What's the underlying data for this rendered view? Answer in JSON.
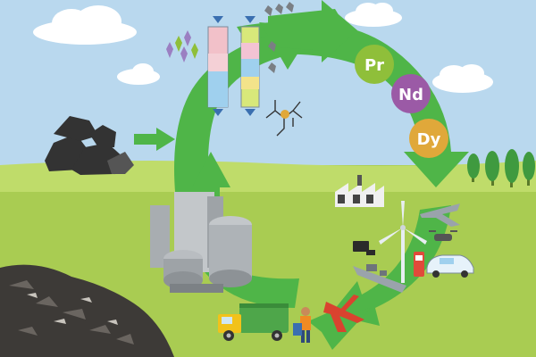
{
  "palette": {
    "sky": "#b9d8ee",
    "grass": "#a9cc52",
    "cycle_arrow": "#4fb548",
    "cycle_arrow_dark": "#3a9a3a",
    "pr_circle": "#8fbf3a",
    "nd_circle": "#9b5aa6",
    "dy_circle": "#e0a83a",
    "column_left": "#f2c1c9",
    "column_right": "#d8e87a",
    "truck_cab": "#f2c21a",
    "truck_body": "#4ea64a",
    "wind_turbine": "#e8eef2",
    "fuel_pump": "#e04a3a",
    "car": "#e6f2fa",
    "ship": "#9aa3ab",
    "factory": "#f0f0f0",
    "coal": "#333333",
    "scrap_pile": "#3d3a37"
  },
  "elements": {
    "pr": {
      "label": "Pr",
      "icon": "pr-element-circle"
    },
    "nd": {
      "label": "Nd",
      "icon": "nd-element-circle"
    },
    "dy": {
      "label": "Dy",
      "icon": "dy-element-circle"
    }
  },
  "icons": [
    "sky-icon",
    "cloud-icon",
    "tree-icon",
    "coal-pile-icon",
    "scrap-pile-icon",
    "recycling-cycle-arrow-icon",
    "separation-column-icon",
    "molecule-icon",
    "factory-icon",
    "drone-icon",
    "wind-turbine-icon",
    "fuel-pump-icon",
    "electric-car-icon",
    "battleship-icon",
    "fighter-jet-icon",
    "garbage-truck-icon",
    "worker-icon",
    "refinery-tanks-icon"
  ]
}
